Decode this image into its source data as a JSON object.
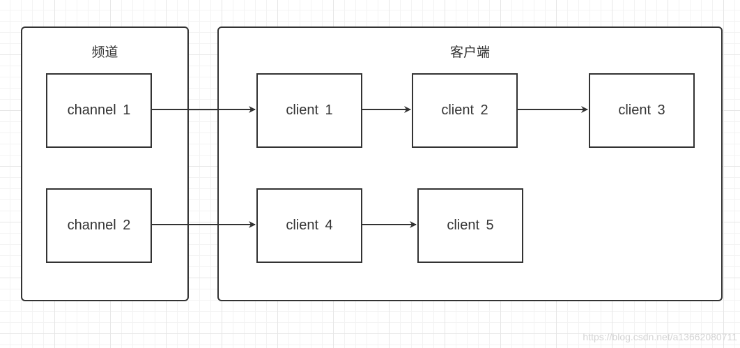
{
  "groups": {
    "channels": {
      "title": "频道"
    },
    "clients": {
      "title": "客户端"
    }
  },
  "nodes": {
    "channel1": "channel  1",
    "channel2": "channel  2",
    "client1": "client  1",
    "client2": "client  2",
    "client3": "client  3",
    "client4": "client  4",
    "client5": "client  5"
  },
  "edges": [
    {
      "from": "channel1",
      "to": "client1"
    },
    {
      "from": "client1",
      "to": "client2"
    },
    {
      "from": "client2",
      "to": "client3"
    },
    {
      "from": "channel2",
      "to": "client4"
    },
    {
      "from": "client4",
      "to": "client5"
    }
  ],
  "watermark": "https://blog.csdn.net/a13662080711",
  "colors": {
    "stroke": "#333333",
    "grid": "#e6e6e6"
  }
}
